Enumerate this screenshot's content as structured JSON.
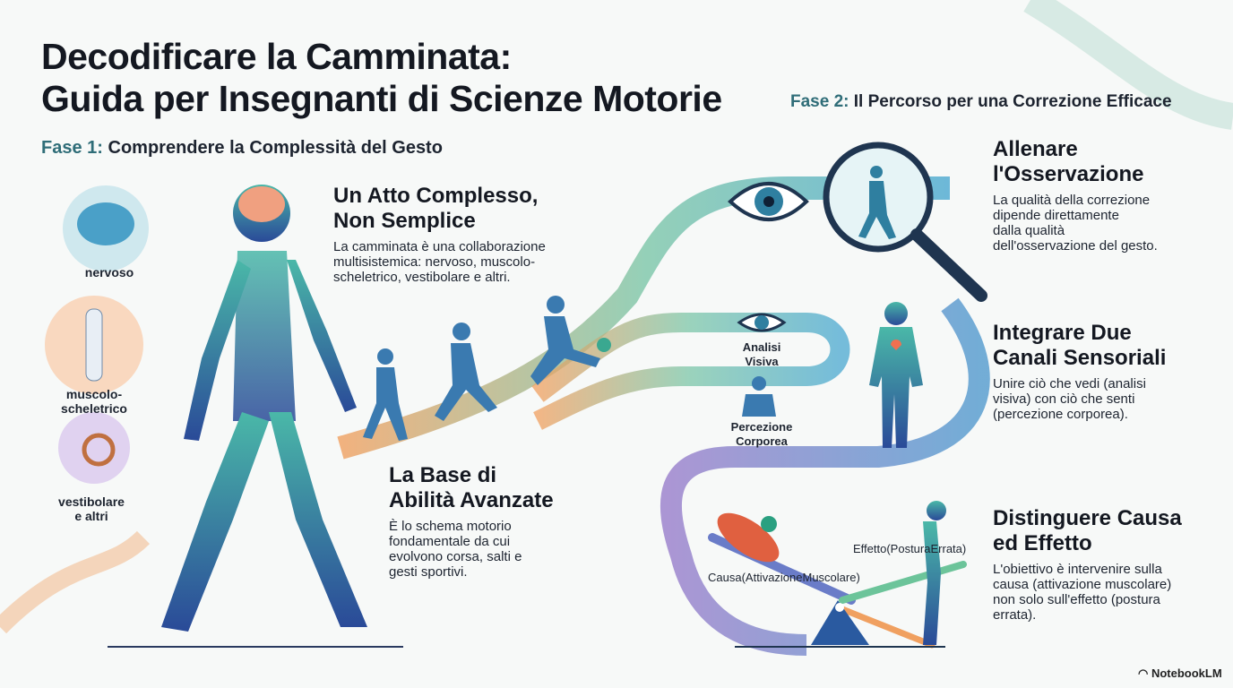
{
  "title": {
    "line1": "Decodificare la Camminata:",
    "line2": "Guida per Insegnanti di Scienze Motorie"
  },
  "phase1": {
    "label": "Fase 1:",
    "text": "Comprendere la Complessità del Gesto"
  },
  "phase2": {
    "label": "Fase 2:",
    "text": "Il Percorso per una Correzione Efficace"
  },
  "systems": [
    {
      "lines": [
        "nervoso"
      ]
    },
    {
      "lines": [
        "muscolo-",
        "scheletrico"
      ]
    },
    {
      "lines": [
        "vestibolare",
        "e altri"
      ]
    }
  ],
  "sections": {
    "complex": {
      "title": [
        "Un Atto Complesso,",
        "Non Semplice"
      ],
      "body": [
        "La camminata è una collaborazione",
        "multisistemica: nervoso, muscolo-",
        "scheletrico, vestibolare e altri."
      ]
    },
    "base": {
      "title": [
        "La Base di",
        "Abilità Avanzate"
      ],
      "body": [
        "È lo schema motorio",
        "fondamentale da cui",
        "evolvono corsa, salti e",
        "gesti sportivi."
      ]
    },
    "observe": {
      "title": [
        "Allenare",
        "l'Osservazione"
      ],
      "body": [
        "La qualità della correzione",
        "dipende direttamente",
        "dalla qualità",
        "dell'osservazione del gesto."
      ]
    },
    "integrate": {
      "title": [
        "Integrare Due",
        "Canali Sensoriali"
      ],
      "body": [
        "Unire ciò che vedi (analisi",
        "visiva) con ciò che senti",
        "(percezione corporea)."
      ]
    },
    "cause": {
      "title": [
        "Distinguere Causa",
        "ed Effetto"
      ],
      "body": [
        "L'obiettivo è intervenire sulla",
        "causa (attivazione muscolare)",
        "non solo sull'effetto (postura",
        "errata)."
      ]
    }
  },
  "diagram": {
    "visual": [
      "Analisi",
      "Visiva"
    ],
    "body": [
      "Percezione",
      "Corporea"
    ],
    "effect": [
      "Effetto",
      "(Postura",
      "Errata)"
    ],
    "cause": [
      "Causa",
      "(Attivazione",
      "Muscolare)"
    ]
  },
  "brand": "NotebookLM",
  "colors": {
    "teal": "#2f6d78",
    "green": "#6cc49a",
    "orange": "#f0a060",
    "purple": "#8a6cc4",
    "blue": "#3a70b8"
  }
}
